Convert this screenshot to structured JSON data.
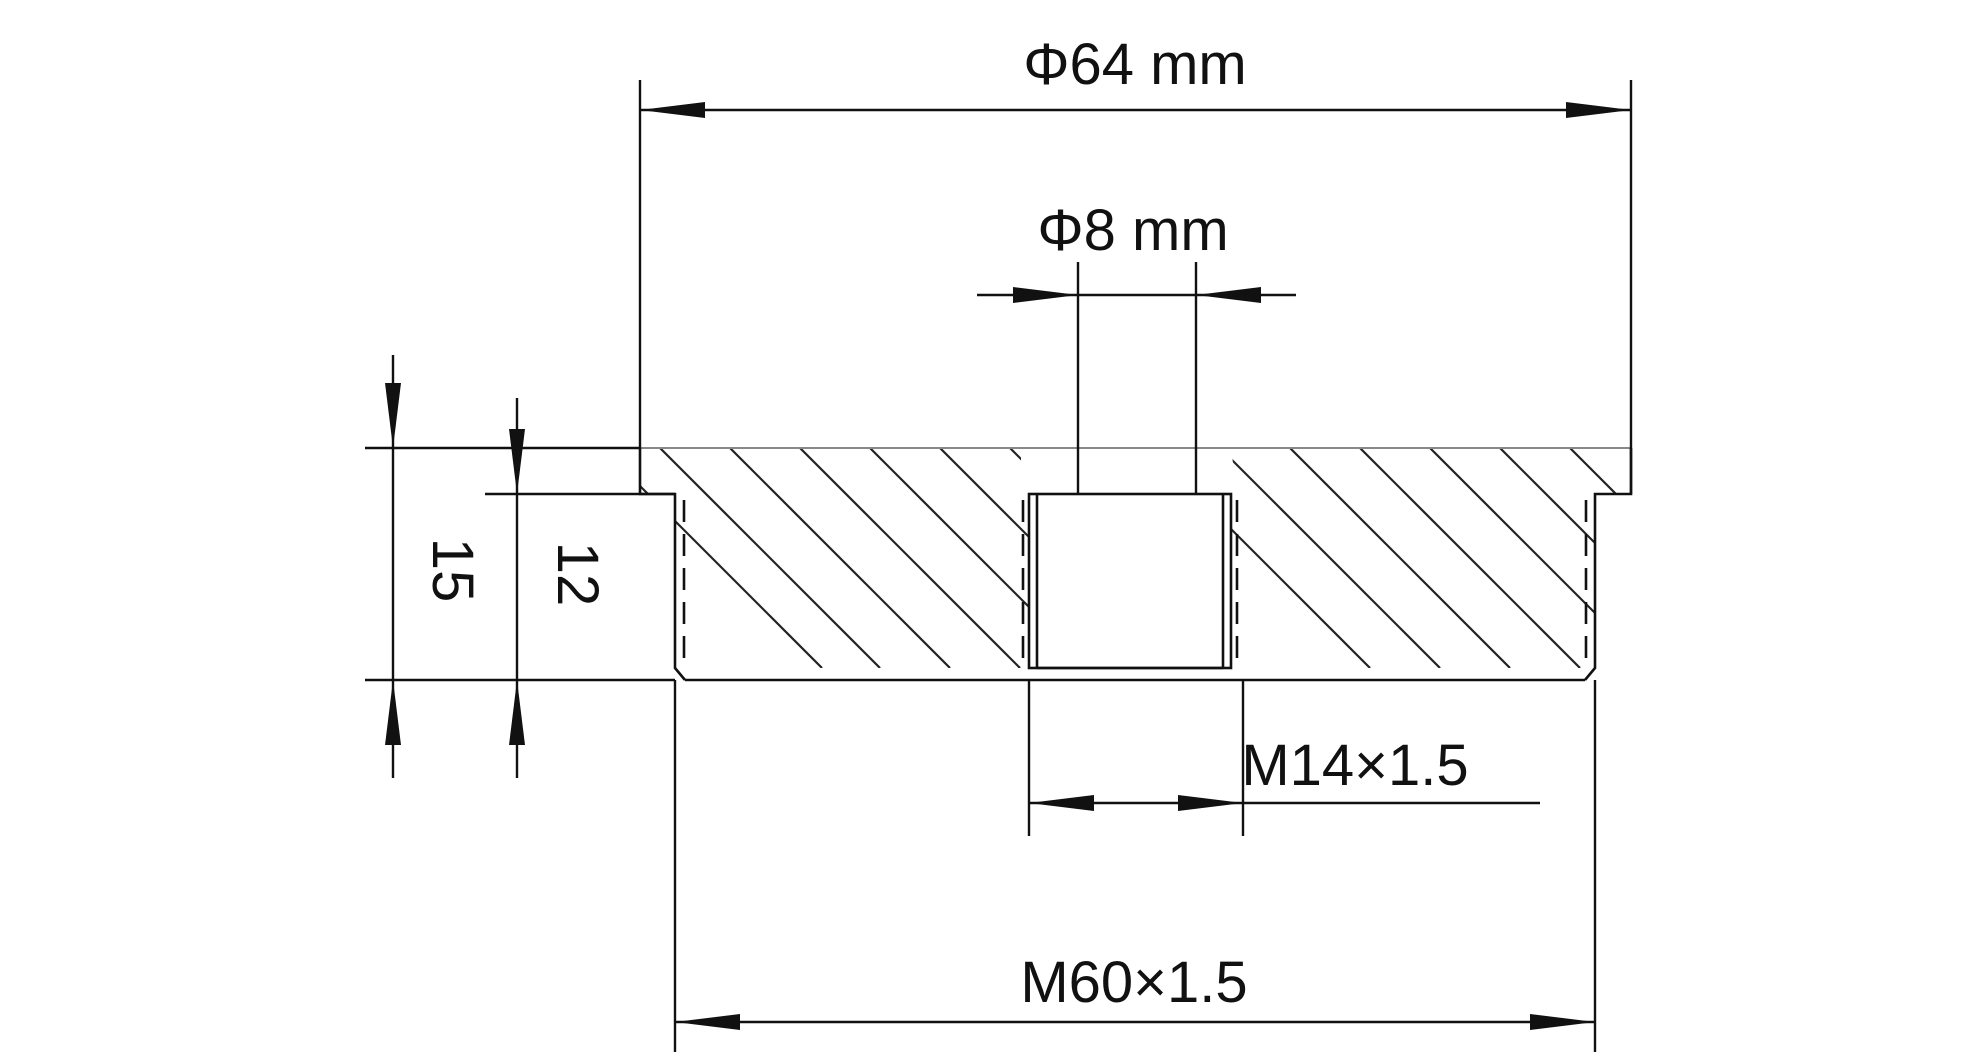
{
  "drawing": {
    "dimensions": {
      "outer_diameter": "Φ64 mm",
      "hole_diameter": "Φ8 mm",
      "thread_small": "M14×1.5",
      "thread_large": "M60×1.5",
      "thickness_total": "15",
      "thickness_thread": "12"
    },
    "colors": {
      "line": "#111111",
      "hatch": "#222222",
      "background": "#ffffff"
    }
  }
}
